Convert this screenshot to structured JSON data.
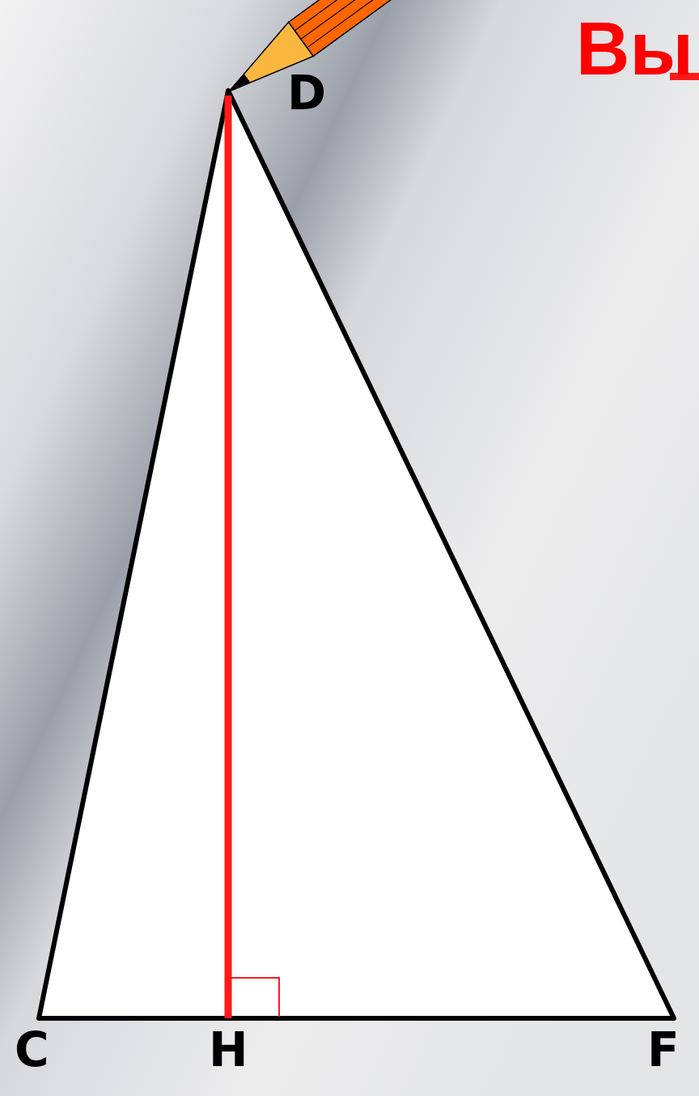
{
  "diagram": {
    "labels": [
      "Вы",
      "D",
      "C",
      "H",
      "F"
    ]
  }
}
